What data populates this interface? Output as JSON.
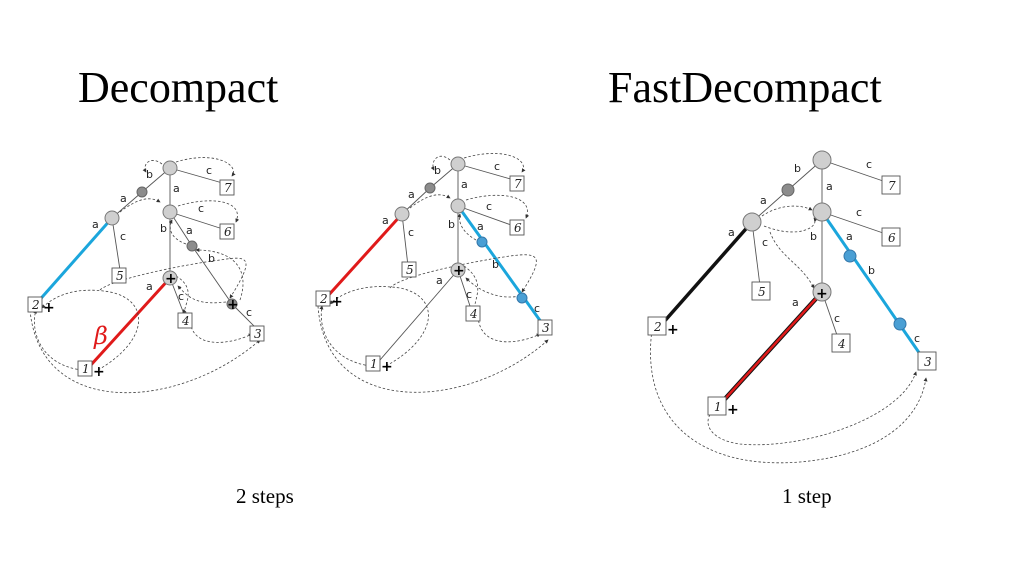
{
  "titles": {
    "left": "Decompact",
    "right": "FastDecompact"
  },
  "captions": {
    "left": "2 steps",
    "right": "1 step"
  },
  "beta_label": "β",
  "plus_sign": "+",
  "edge_labels": {
    "a": "a",
    "b": "b",
    "c": "c"
  },
  "leaf_numbers": {
    "one": "1",
    "two": "2",
    "three": "3",
    "four": "4",
    "five": "5",
    "six": "6",
    "seven": "7"
  },
  "colors": {
    "highlight_blue": "#1ba6dc",
    "highlight_red": "#e01a1a",
    "black_path": "#111111",
    "node_fill": "#cfcfcf",
    "dark_node_fill": "#8c8c8c",
    "blue_node_fill": "#4a9fd4"
  }
}
